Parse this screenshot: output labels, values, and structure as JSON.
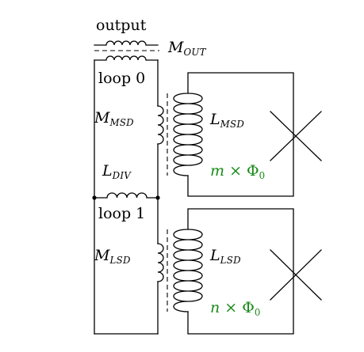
{
  "labels": {
    "output": "output",
    "m_out": {
      "main": "M",
      "sub": "OUT"
    },
    "loop0": "loop 0",
    "m_msd": {
      "main": "M",
      "sub": "MSD"
    },
    "l_msd": {
      "main": "L",
      "sub": "MSD"
    },
    "l_div": {
      "main": "L",
      "sub": "DIV"
    },
    "flux_m": {
      "var": "m",
      "times": " × ",
      "phi": "Φ",
      "sub": "0"
    },
    "loop1": "loop 1",
    "m_lsd": {
      "main": "M",
      "sub": "LSD"
    },
    "l_lsd": {
      "main": "L",
      "sub": "LSD"
    },
    "flux_n": {
      "var": "n",
      "times": " × ",
      "phi": "Φ",
      "sub": "0"
    }
  },
  "colors": {
    "wire": "#000000",
    "flux_text": "#1a8a1a"
  }
}
